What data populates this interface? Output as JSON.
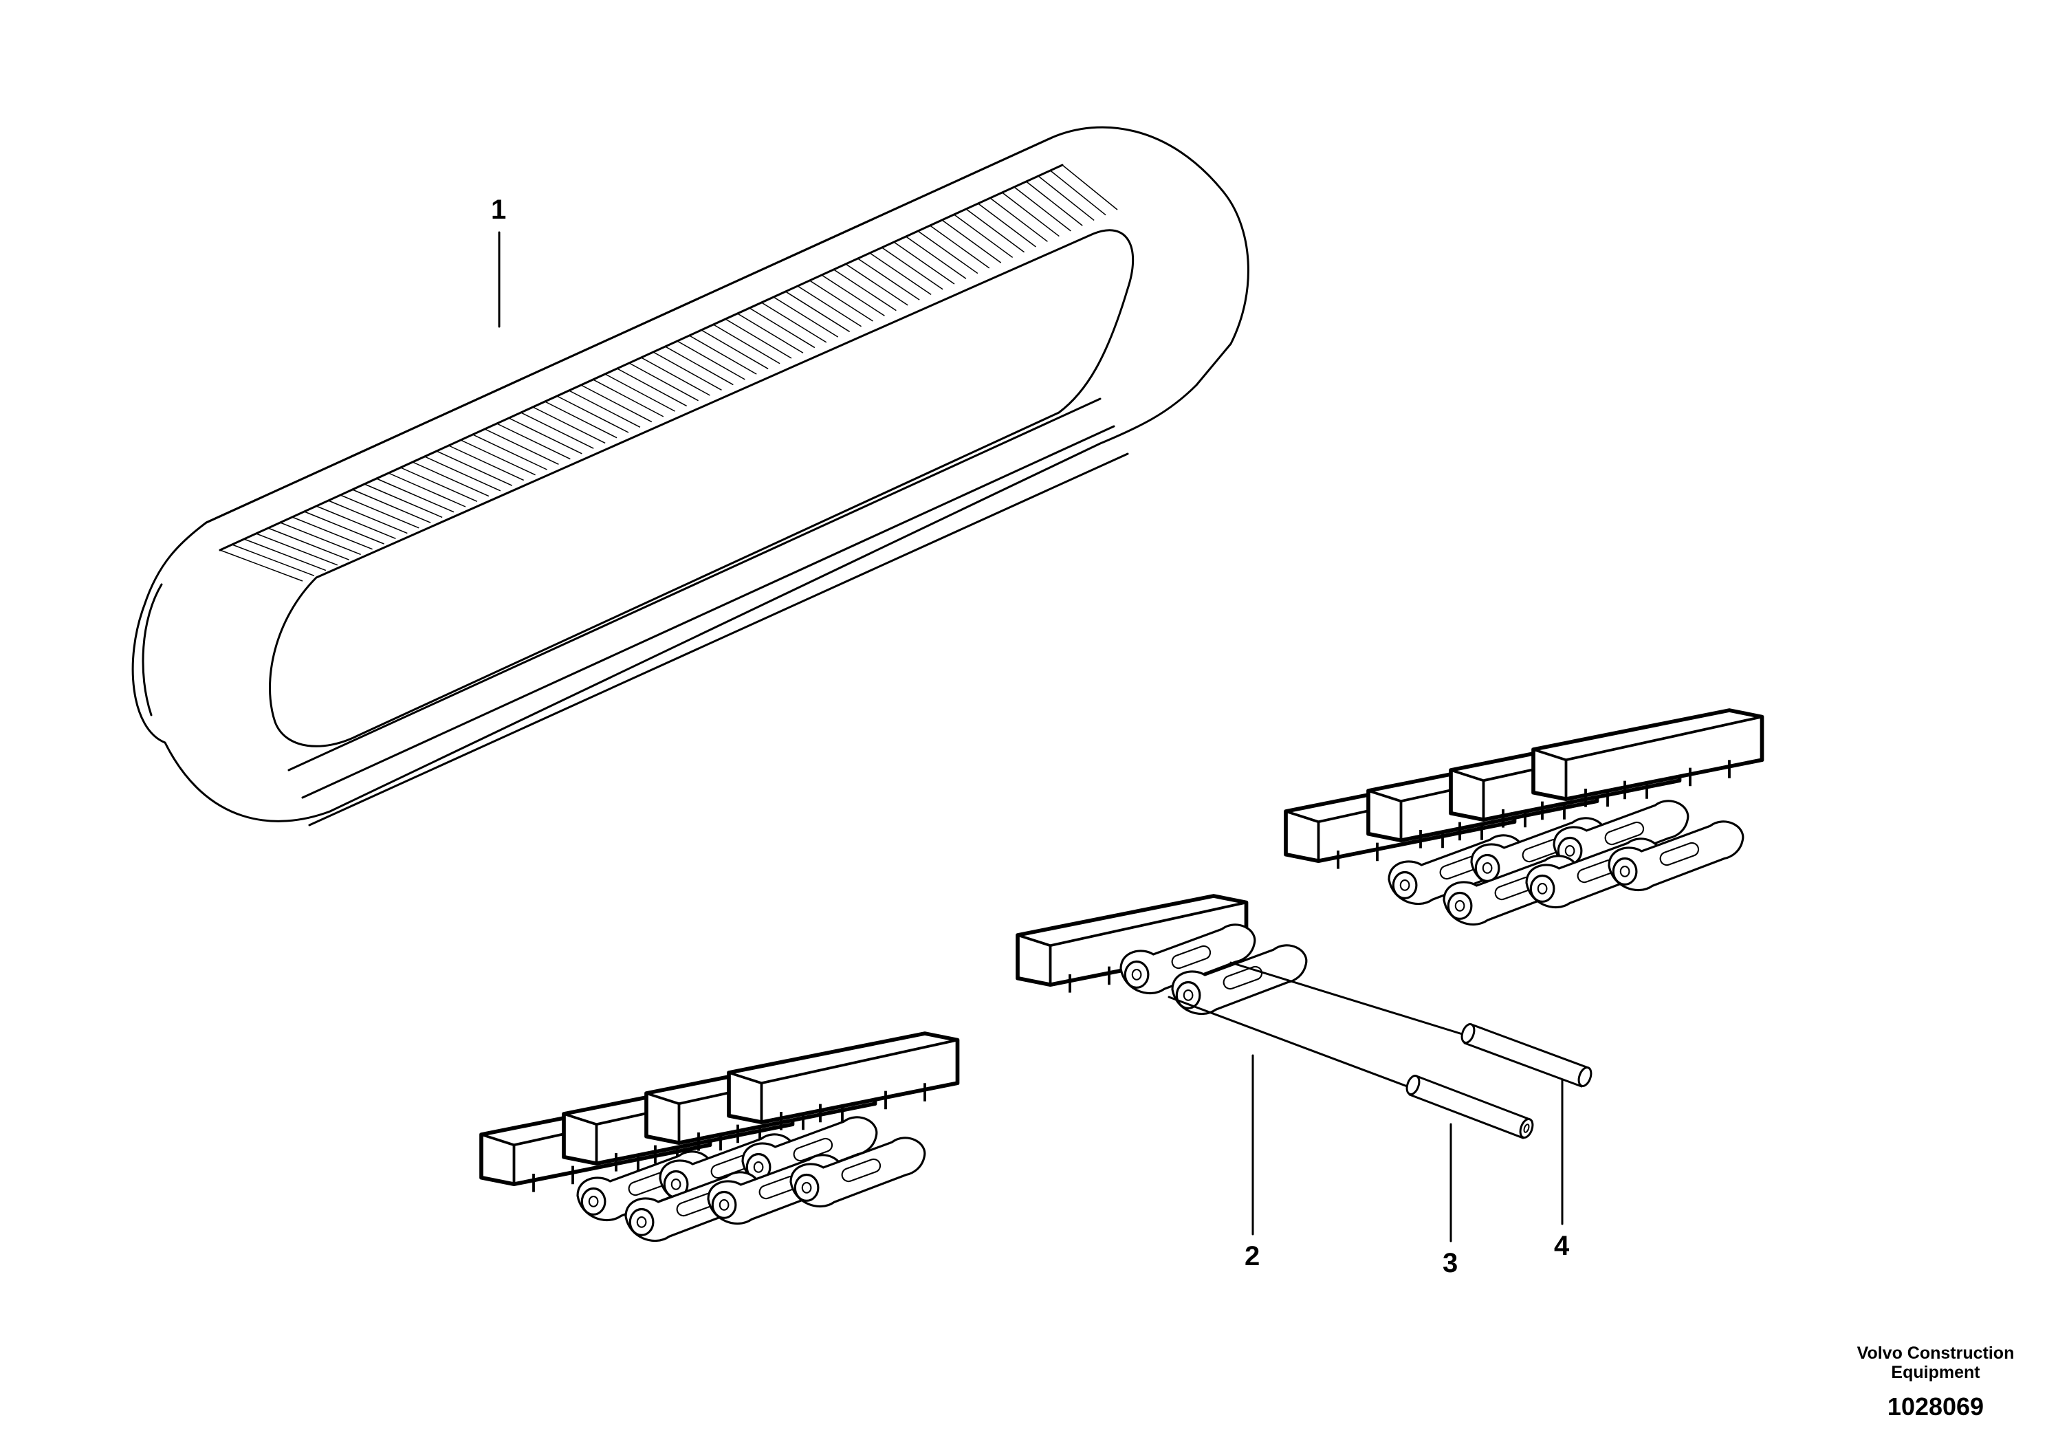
{
  "callouts": {
    "item1": "1",
    "item2": "2",
    "item3": "3",
    "item4": "4"
  },
  "footer": {
    "company_line1": "Volvo Construction",
    "company_line2": "Equipment",
    "document_number": "1028069"
  }
}
